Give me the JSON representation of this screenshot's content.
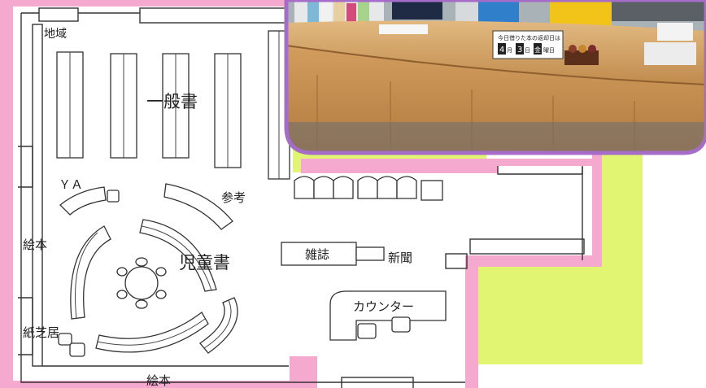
{
  "colors": {
    "pink": "#f6a9cf",
    "lime": "#e2f572",
    "photo_frame": "#a56dc8",
    "ink": "#222222"
  },
  "labels": {
    "local": "地域",
    "general_books": "一般書",
    "ya": "ＹＡ",
    "reference": "参考",
    "picture_books_left": "絵本",
    "childrens_books": "児童書",
    "magazines": "雑誌",
    "newspapers": "新聞",
    "kamishibai": "紙芝居",
    "counter": "カウンター",
    "picture_books_bottom": "絵本"
  },
  "photo": {
    "sign_title": "今日借りた本の返却日は",
    "sign_month": "4",
    "sign_month_unit": "月",
    "sign_day": "3",
    "sign_day_unit": "日",
    "sign_weekday": "金",
    "sign_weekday_unit": "曜日"
  }
}
